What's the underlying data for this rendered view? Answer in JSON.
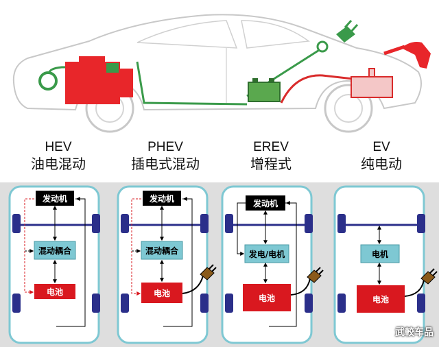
{
  "columns": [
    {
      "abbr": "HEV",
      "name": "油电混动"
    },
    {
      "abbr": "PHEV",
      "name": "插电式混动"
    },
    {
      "abbr": "EREV",
      "name": "增程式"
    },
    {
      "abbr": "EV",
      "name": "纯电动"
    }
  ],
  "labels": {
    "engine": "发动机",
    "hybrid_coupler": "混动耦合",
    "battery": "电池",
    "generator_motor": "发电/电机",
    "motor": "电机"
  },
  "colors": {
    "engine_red": "#e8262a",
    "battery_red": "#d9181f",
    "line_green": "#3a9a4a",
    "line_red": "#d92b2b",
    "box_blue": "#7ec8d3",
    "axle_navy": "#2b2f8a",
    "black": "#000000"
  },
  "watermark": "武較车品"
}
